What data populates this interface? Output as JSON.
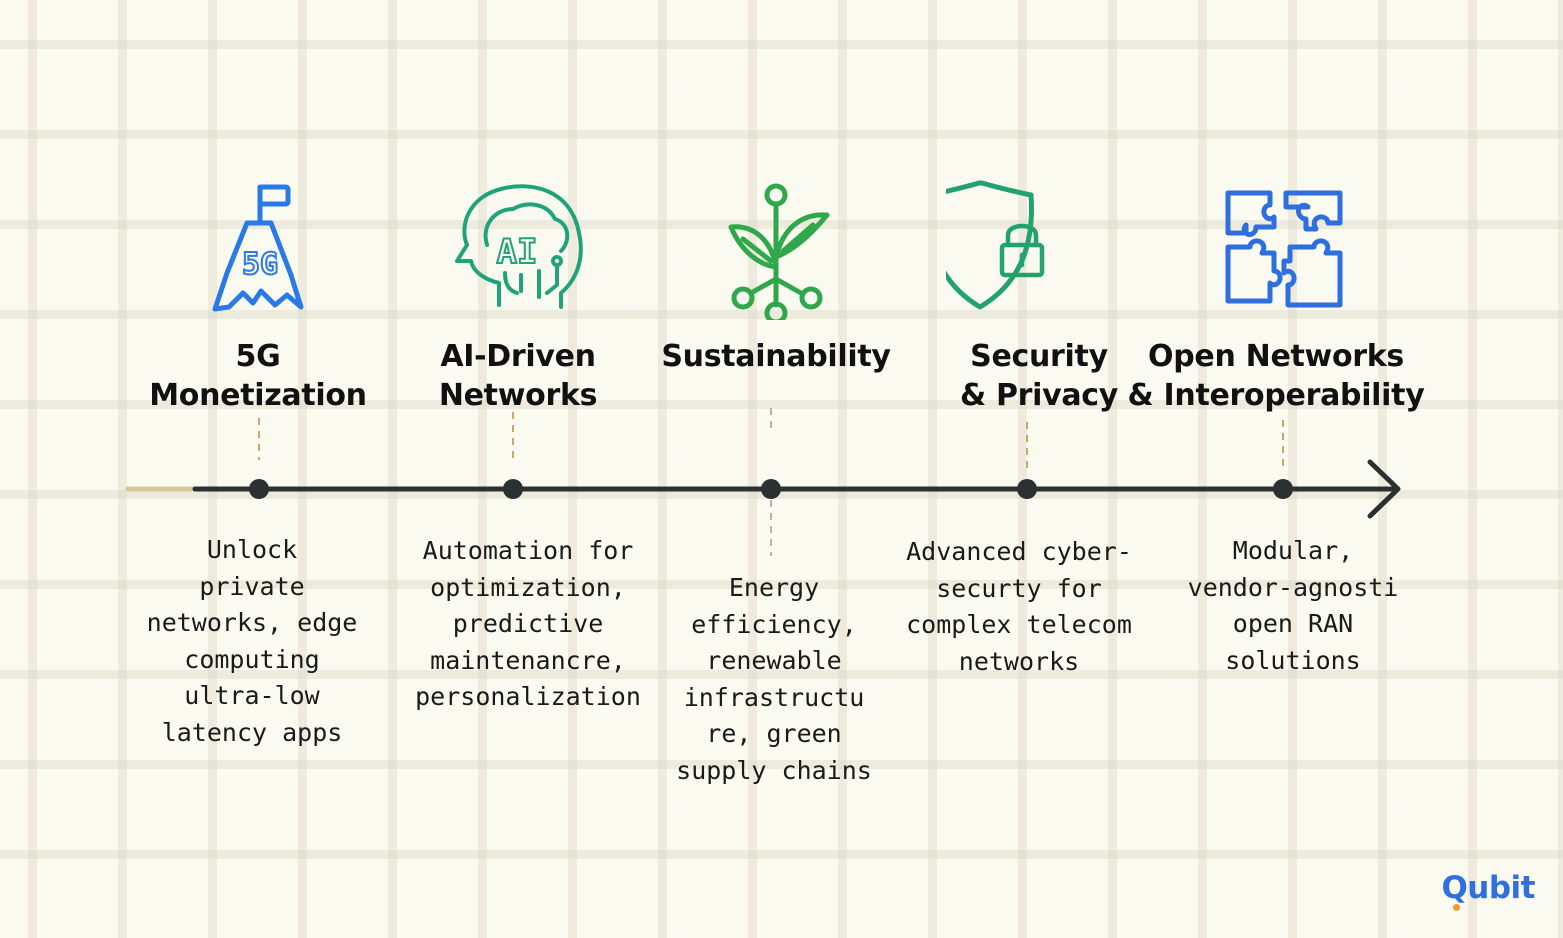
{
  "topics": [
    {
      "icon": "5g-tower-icon",
      "title": "5G\nMonetization",
      "description": "Unlock\nprivate\nnetworks, edge\ncomputing\nultra-low\nlatency apps",
      "icon_text": "5G",
      "color": "#2979e6"
    },
    {
      "icon": "ai-brain-head-icon",
      "title": "AI-Driven\nNetworks",
      "description": "Automation for\noptimization,\npredictive\nmaintenancre,\npersonalization",
      "icon_text": "AI",
      "color": "#1fa37a"
    },
    {
      "icon": "sprout-network-icon",
      "title": "Sustainability",
      "description": "Energy\nefficiency,\nrenewable\ninfrastructu\nre, green\nsupply chains",
      "color": "#2ea84a"
    },
    {
      "icon": "shield-lock-icon",
      "title": "Security\n& Privacy",
      "description": "Advanced cyber-\nsecurty for\ncomplex telecom\nnetworks",
      "color": "#22a36d"
    },
    {
      "icon": "puzzle-pieces-icon",
      "title": "Open Networks\n& Interoperability",
      "description": "Modular,\nvendor-agnosti\nopen RAN\nsolutions",
      "color": "#2d6fe0"
    }
  ],
  "timeline": {
    "line_color": "#2b3033",
    "dash_color": "#c9a86a"
  },
  "logo": {
    "text": "Qubit",
    "color": "#2f6fe0",
    "accent": "#f29a2e"
  }
}
